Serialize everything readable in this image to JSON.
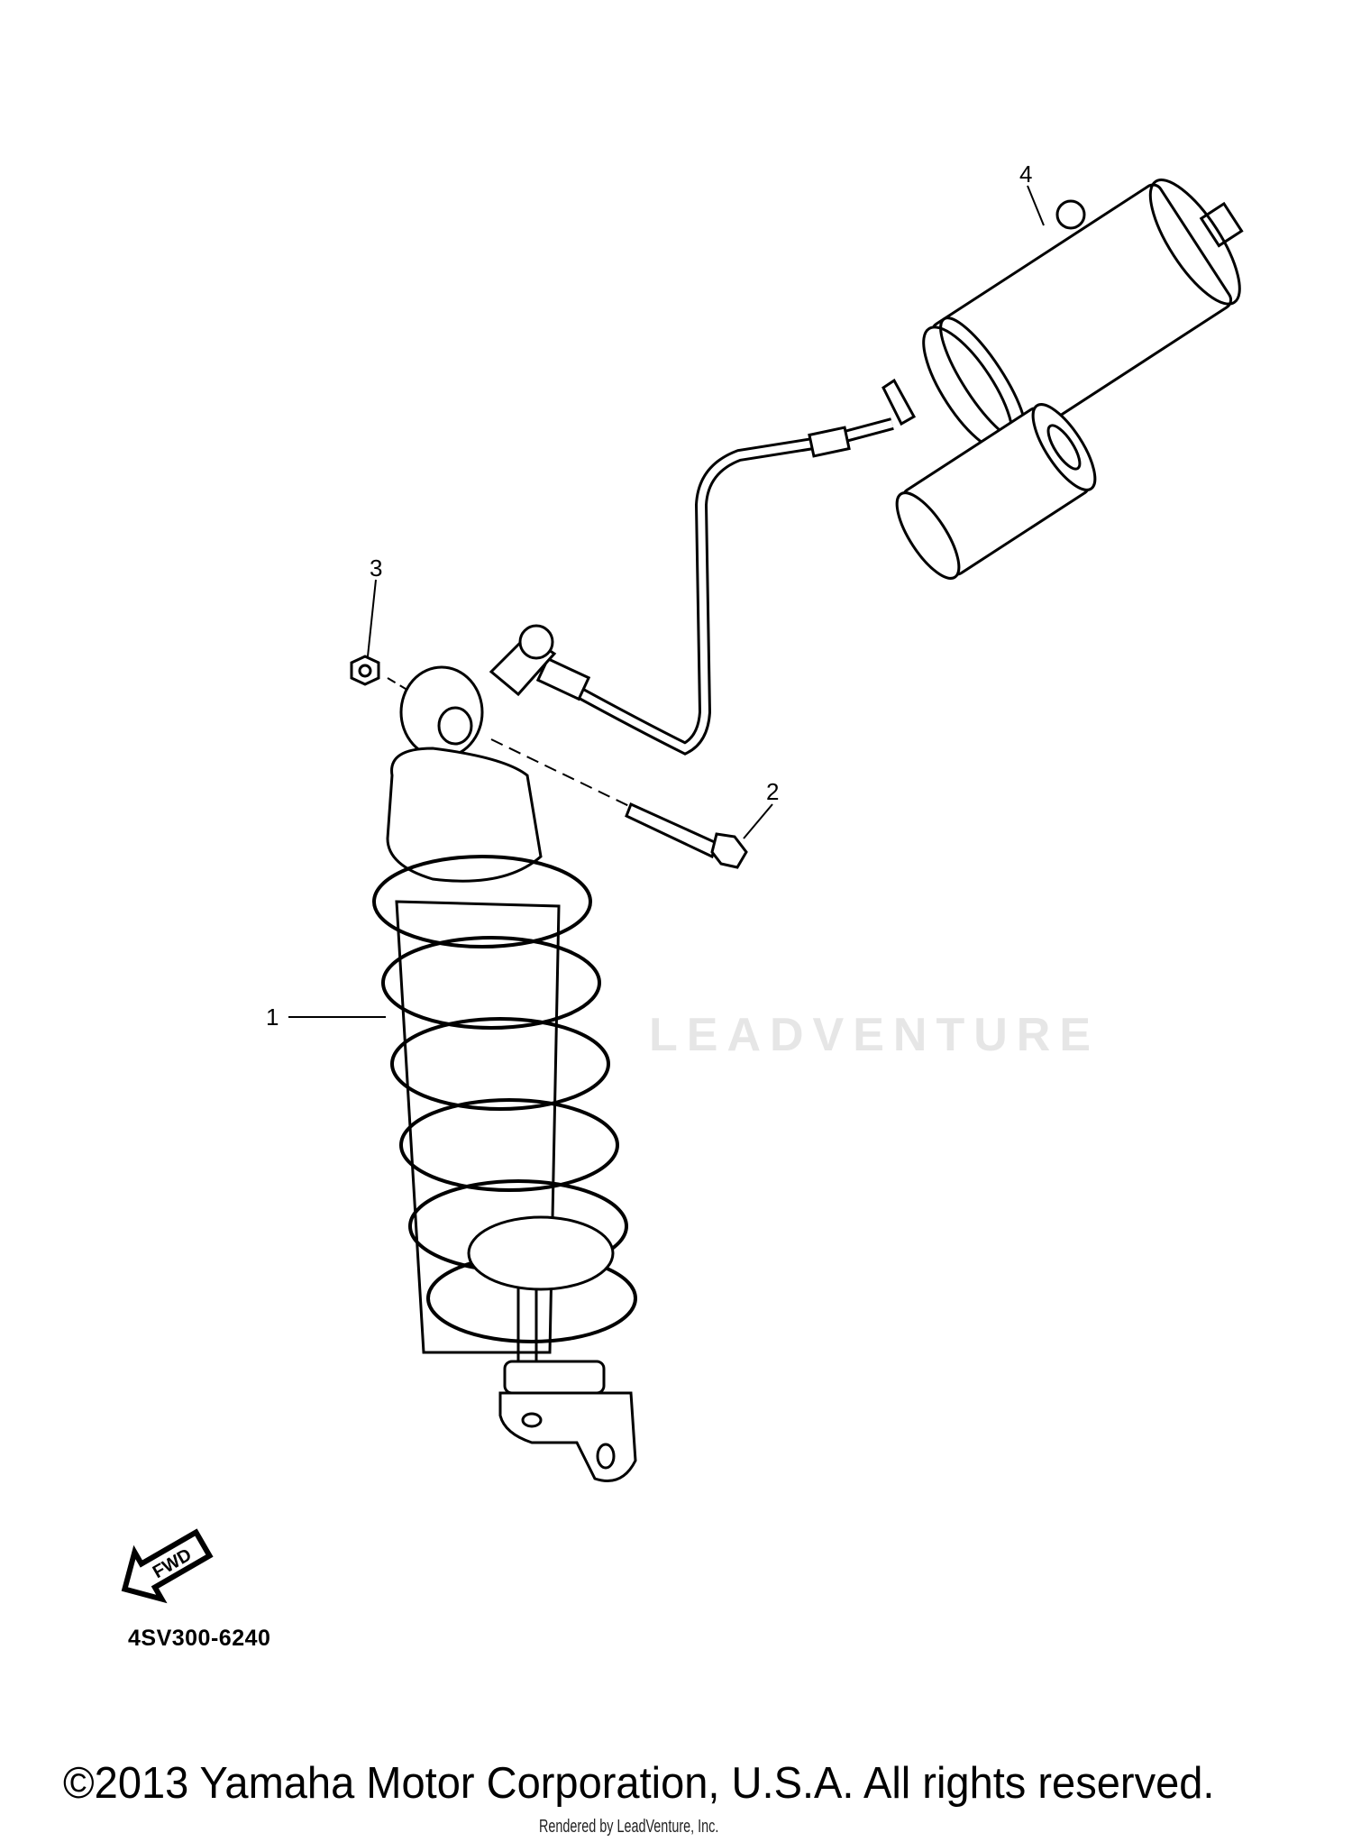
{
  "diagram": {
    "callouts": [
      {
        "number": "1",
        "part": "shock-absorber-assembly"
      },
      {
        "number": "2",
        "part": "bolt"
      },
      {
        "number": "3",
        "part": "nut"
      },
      {
        "number": "4",
        "part": "reservoir-adjuster"
      }
    ],
    "part_code": "4SV300-6240",
    "direction_arrow_label": "FWD",
    "watermark": "LEADVENTURE"
  },
  "footer": {
    "copyright": "©2013 Yamaha Motor Corporation, U.S.A. All rights reserved.",
    "rendered_by": "Rendered by LeadVenture, Inc."
  },
  "colors": {
    "line": "#000000",
    "background": "#ffffff",
    "watermark": "#e6e6e6"
  }
}
